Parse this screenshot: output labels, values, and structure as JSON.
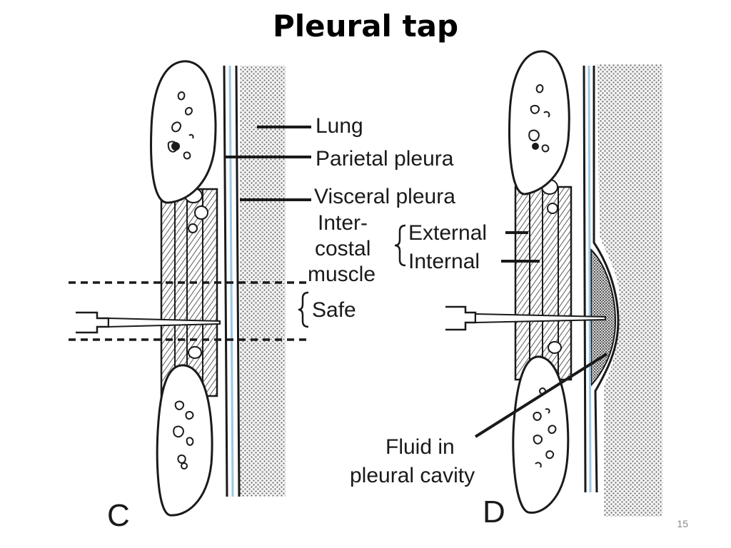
{
  "slide": {
    "title": "Pleural tap",
    "number": "15"
  },
  "diagram": {
    "panels": {
      "c": {
        "letter": "C"
      },
      "d": {
        "letter": "D"
      }
    },
    "labels": {
      "lung": "Lung",
      "parietal_pleura": "Parietal pleura",
      "visceral_pleura": "Visceral pleura",
      "intercostal_line1": "Inter-",
      "intercostal_line2": "costal",
      "intercostal_line3": "muscle",
      "external": "External",
      "internal": "Internal",
      "safe": "Safe",
      "fluid_line1": "Fluid in",
      "fluid_line2": "pleural cavity"
    },
    "colors": {
      "ink": "#1a1a1a",
      "pleura_blue": "#9cc7e6"
    }
  }
}
